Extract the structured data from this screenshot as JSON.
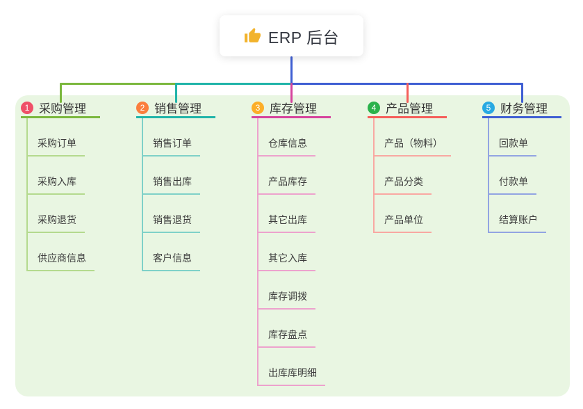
{
  "root": {
    "label": "ERP 后台",
    "icon": "thumbs-up-icon",
    "icon_color": "#f2b32c",
    "card_background": "#ffffff"
  },
  "panel_background": "#e9f6e2",
  "branches": [
    {
      "num": "1",
      "title": "采购管理",
      "color": "#7bb83e",
      "light_color": "#b4da8e",
      "badge_color": "#ef5068",
      "children": [
        "采购订单",
        "采购入库",
        "采购退货",
        "供应商信息"
      ]
    },
    {
      "num": "2",
      "title": "销售管理",
      "color": "#20b4a9",
      "light_color": "#7fd1c8",
      "badge_color": "#fb7e3d",
      "children": [
        "销售订单",
        "销售出库",
        "销售退货",
        "客户信息"
      ]
    },
    {
      "num": "3",
      "title": "库存管理",
      "color": "#d6439d",
      "light_color": "#eda2cd",
      "badge_color": "#fcae28",
      "children": [
        "仓库信息",
        "产品库存",
        "其它出库",
        "其它入库",
        "库存调拨",
        "库存盘点",
        "出库库明细"
      ]
    },
    {
      "num": "4",
      "title": "产品管理",
      "color": "#f55e5a",
      "light_color": "#f9a8a2",
      "badge_color": "#2ab24b",
      "children": [
        "产品（物料）",
        "产品分类",
        "产品单位"
      ]
    },
    {
      "num": "5",
      "title": "财务管理",
      "color": "#3f5fd3",
      "light_color": "#92a4e2",
      "badge_color": "#28a9e2",
      "children": [
        "回款单",
        "付款单",
        "结算账户"
      ]
    }
  ]
}
